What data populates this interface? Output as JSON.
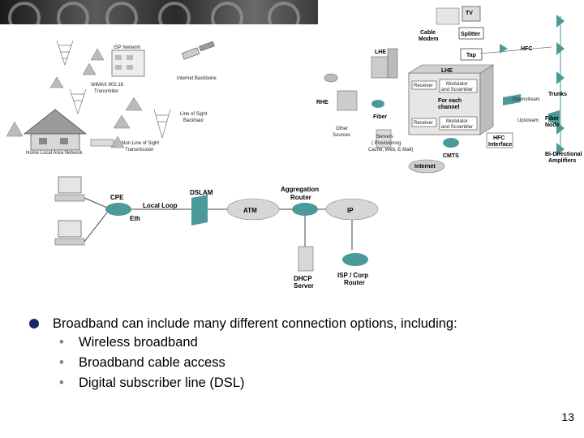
{
  "labels": {
    "wireless": {
      "isp_network": "ISP Network",
      "internet_backbone": "Internet Backbone",
      "wimax_line1": "WiMAX 802.16",
      "wimax_line2": "Transmitter",
      "los_line1": "Line of Sight",
      "los_line2": "Backhaul",
      "nlos_line1": "Non Line of Sight",
      "nlos_line2": "Transmission",
      "home_lan": "Home Local Area Network"
    },
    "cable": {
      "tv": "TV",
      "cable_modem_line1": "Cable",
      "cable_modem_line2": "Modem",
      "splitter": "Splitter",
      "tap": "Tap",
      "hfc": "HFC",
      "lhe_outer": "LHE",
      "lhe_inner": "LHE",
      "receiver_1": "Receiver",
      "mod_scr_1_line1": "Modulator",
      "mod_scr_1_line2": "and Scrambler",
      "foreach_line1": "For each",
      "foreach_line2": "channel",
      "receiver_2": "Receiver",
      "mod_scr_2_line1": "Modulator",
      "mod_scr_2_line2": "and Scrambler",
      "rhe": "RHE",
      "fiber": "Fiber",
      "other_line1": "Other",
      "other_line2": "Sources",
      "servers_line1": "Servers",
      "servers_line2": "( Provisioning",
      "servers_line3": "Cache, Web, E-Mail)",
      "cmts": "CMTS",
      "internet": "Internet",
      "downstream": "Downstream",
      "trunks": "Trunks",
      "upstream": "Upstream",
      "fiber_node_line1": "Fiber",
      "fiber_node_line2": "Node",
      "hfc_iface_line1": "HFC",
      "hfc_iface_line2": "Interface",
      "bidi_line1": "Bi-Directional",
      "bidi_line2": "Amplifiers"
    },
    "dsl": {
      "cpe": "CPE",
      "local_loop": "Local Loop",
      "eth": "Eth",
      "dslam": "DSLAM",
      "aggregation_line1": "Aggregation",
      "aggregation_line2": "Router",
      "atm": "ATM",
      "ip": "IP",
      "dhcp_line1": "DHCP",
      "dhcp_line2": "Server",
      "isp_line1": "ISP / Corp",
      "isp_line2": "Router"
    }
  },
  "bullets": {
    "main": "Broadband can include many different connection options, including:",
    "sub": [
      "Wireless broadband",
      "Broadband cable access",
      "Digital subscriber line (DSL)"
    ],
    "sub_marker": "•"
  },
  "page_number": "13",
  "colors": {
    "bullet": "#15246b",
    "device_teal": "#4a9a9a",
    "device_gray": "#8a8a8a"
  }
}
